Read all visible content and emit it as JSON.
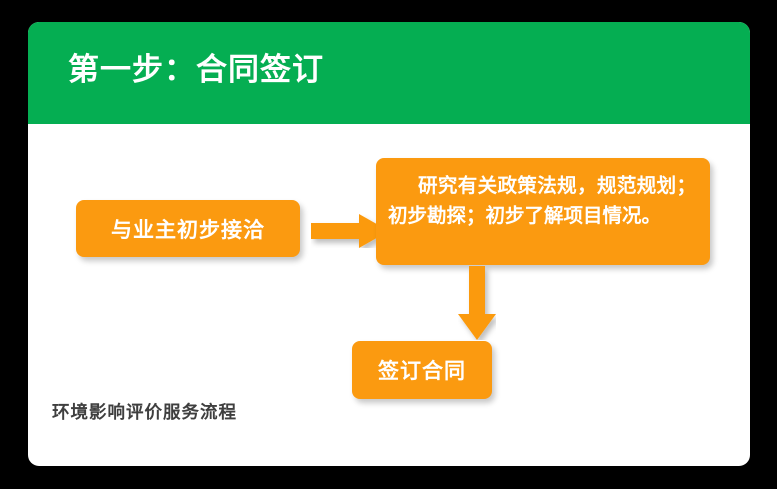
{
  "slide": {
    "background_color": "#ffffff",
    "canvas_color": "#000000",
    "accent_green": "#05ae52",
    "accent_orange": "#fb9a10",
    "header": {
      "title": "第一步：合同签订"
    },
    "flow": {
      "step1": {
        "label": "与业主初步接洽"
      },
      "step2": {
        "label": "研究有关政策法规，规范规划；初步勘探；初步了解项目情况。"
      },
      "step3": {
        "label": "签订合同"
      },
      "arrows": [
        {
          "name": "arrow-right",
          "direction": "right"
        },
        {
          "name": "arrow-down",
          "direction": "down"
        }
      ]
    },
    "footer": {
      "caption": "环境影响评价服务流程"
    }
  }
}
